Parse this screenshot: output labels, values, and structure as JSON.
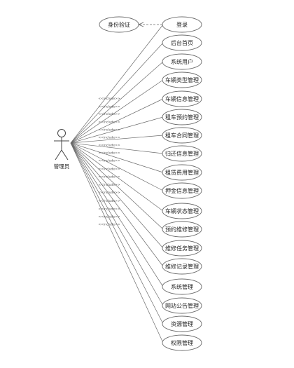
{
  "actor": {
    "name": "管理员"
  },
  "auth": {
    "label": "身份验证"
  },
  "include_label": "<<include>>",
  "use_cases": [
    {
      "label": "登录"
    },
    {
      "label": "后台首页"
    },
    {
      "label": "系统用户"
    },
    {
      "label": "车辆类型管理"
    },
    {
      "label": "车辆信息管理"
    },
    {
      "label": "租车预约管理"
    },
    {
      "label": "租车合同管理"
    },
    {
      "label": "归还信息管理"
    },
    {
      "label": "租赁费用管理"
    },
    {
      "label": "押金信息管理"
    },
    {
      "label": "车辆状态管理"
    },
    {
      "label": "预约维修管理"
    },
    {
      "label": "维修任务管理"
    },
    {
      "label": "维修记录管理"
    },
    {
      "label": "系统管理"
    },
    {
      "label": "网站公告管理"
    },
    {
      "label": "资源管理"
    },
    {
      "label": "权限管理"
    }
  ],
  "colors": {
    "stroke": "#6b6b6b",
    "text": "#222222",
    "include_text": "#555555"
  }
}
